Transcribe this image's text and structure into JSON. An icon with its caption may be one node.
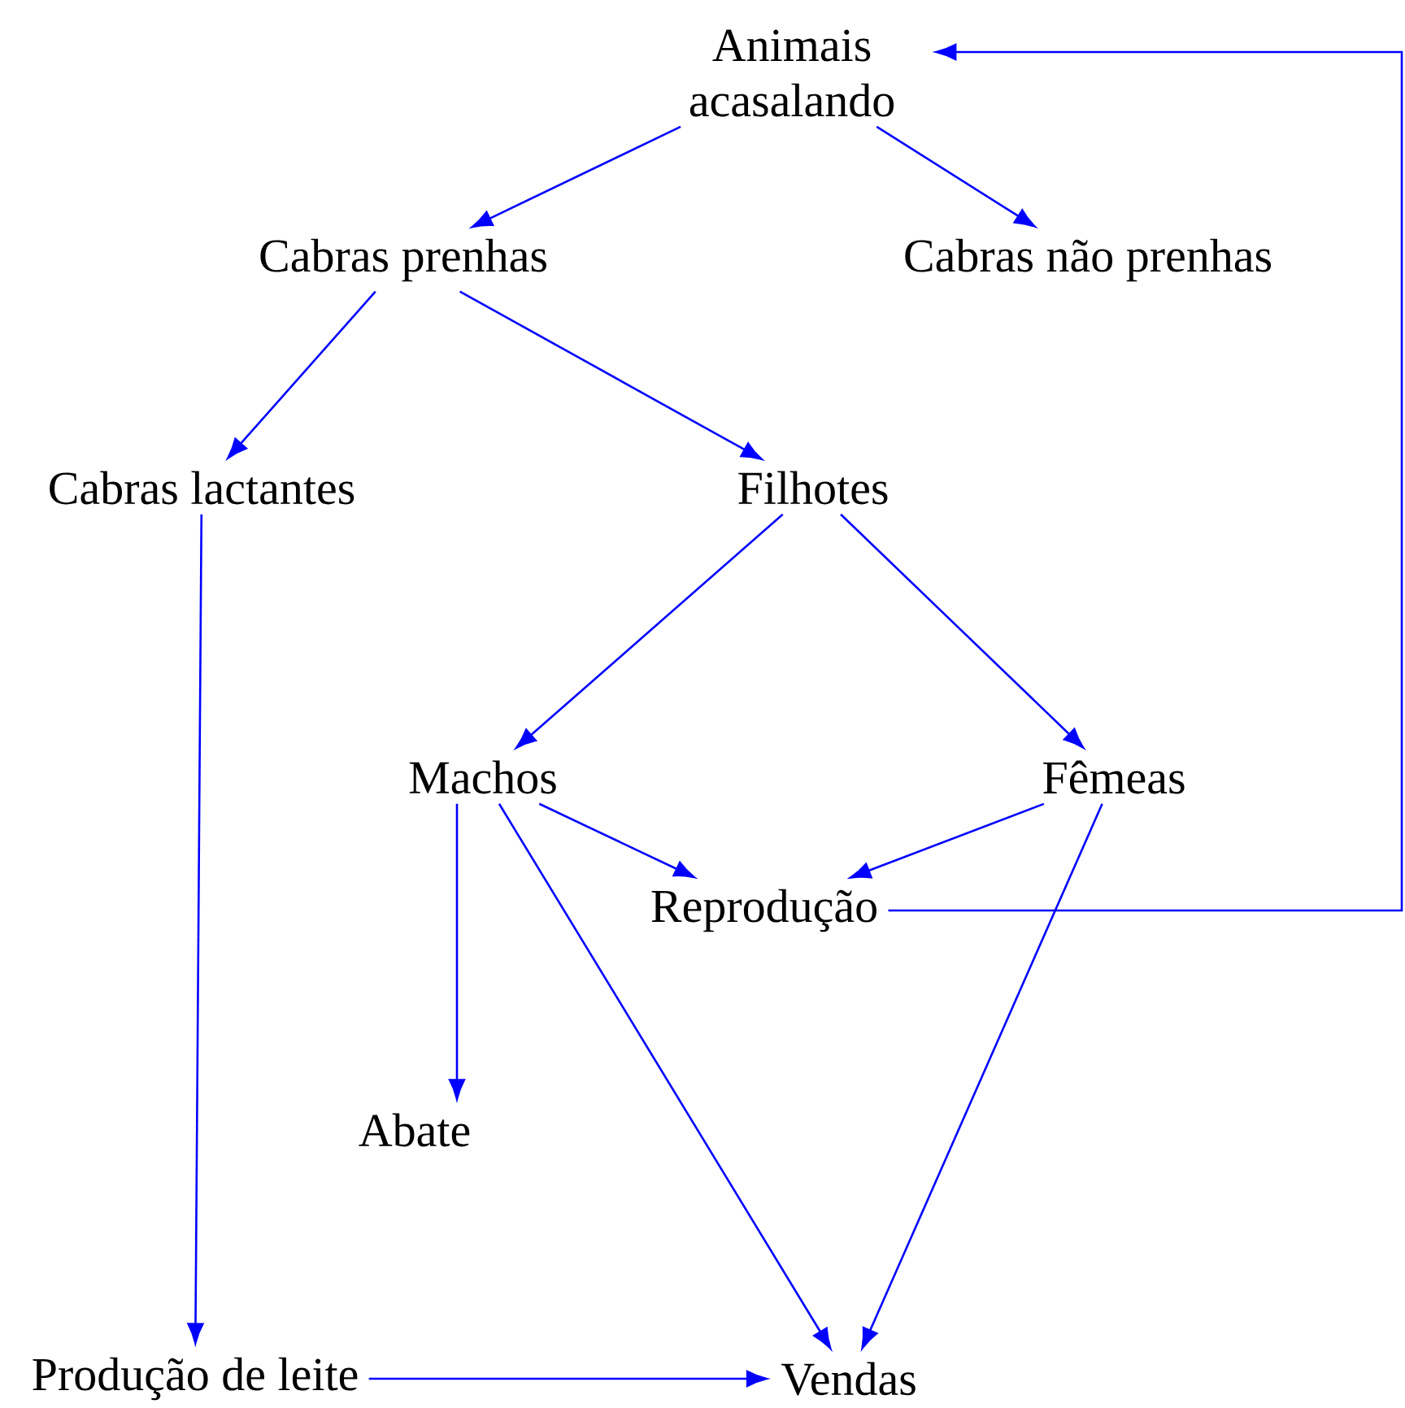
{
  "diagram": {
    "nodes": [
      {
        "text": [
          "Animais acasalando"
        ]
      },
      {
        "text": [
          "Cabras prenhas"
        ]
      },
      {
        "text": [
          "Cabras não prenhas"
        ]
      },
      {
        "text": [
          "Cabras lactantes"
        ]
      },
      {
        "text": [
          "Filhotes"
        ]
      },
      {
        "text": [
          "Machos"
        ]
      },
      {
        "text": [
          "Fêmeas"
        ]
      },
      {
        "text": [
          "Reprodução"
        ]
      },
      {
        "text": [
          "Abate"
        ]
      },
      {
        "text": [
          "Produção de leite"
        ]
      },
      {
        "text": [
          "Vendas"
        ]
      }
    ],
    "edges": [
      {
        "from": 0,
        "to": 1,
        "arrow": "to"
      },
      {
        "from": 0,
        "to": 2,
        "arrow": "to"
      },
      {
        "from": 1,
        "to": 3,
        "arrow": "to"
      },
      {
        "from": 1,
        "to": 4,
        "arrow": "to"
      },
      {
        "from": 4,
        "to": 5,
        "arrow": "to"
      },
      {
        "from": 4,
        "to": 6,
        "arrow": "to"
      },
      {
        "from": 5,
        "to": 7,
        "arrow": "to"
      },
      {
        "from": 6,
        "to": 7,
        "arrow": "to"
      },
      {
        "from": 5,
        "to": 8,
        "arrow": "to"
      },
      {
        "from": 5,
        "to": 10,
        "arrow": "to"
      },
      {
        "from": 6,
        "to": 10,
        "arrow": "to"
      },
      {
        "from": 3,
        "to": 9,
        "arrow": "to"
      },
      {
        "from": 9,
        "to": 10,
        "arrow": "to"
      },
      {
        "from": 7,
        "to": 0,
        "arrow": "to"
      }
    ]
  }
}
